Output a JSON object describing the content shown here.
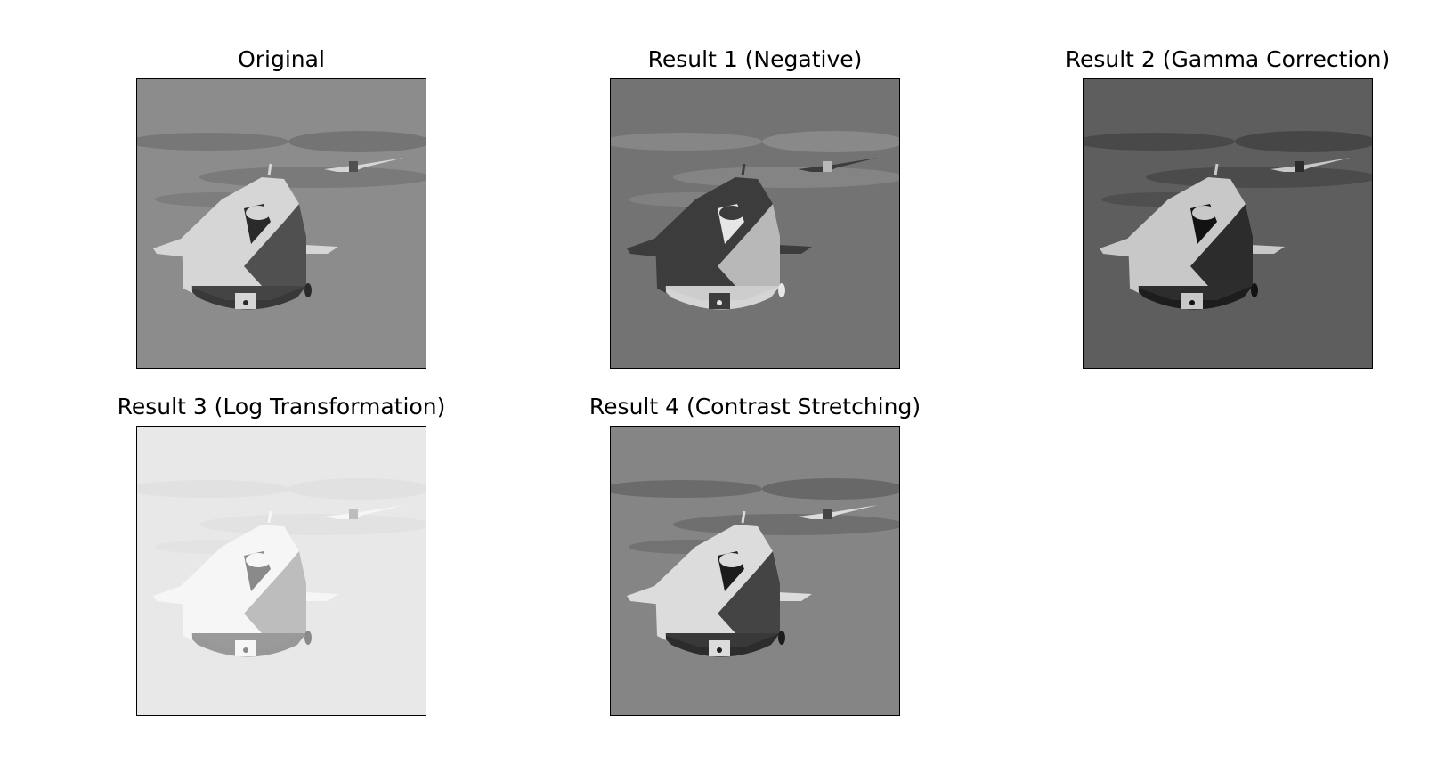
{
  "figure": {
    "panels": [
      {
        "title": "Original",
        "variant": "original",
        "bg": "#8c8c8c",
        "dark_band": "#6e6e6e",
        "body": "#d6d6d6",
        "shadow": "#505050",
        "underside": "#2a2a2a"
      },
      {
        "title": "Result 1 (Negative)",
        "variant": "negative",
        "bg": "#737373",
        "dark_band": "#8f8f8f",
        "body": "#3c3c3c",
        "shadow": "#b8b8b8",
        "underside": "#e6e6e6"
      },
      {
        "title": "Result 2 (Gamma Correction)",
        "variant": "gamma",
        "bg": "#5e5e5e",
        "dark_band": "#404040",
        "body": "#c8c8c8",
        "shadow": "#2c2c2c",
        "underside": "#121212"
      },
      {
        "title": "Result 3 (Log Transformation)",
        "variant": "log",
        "bg": "#e8e8e8",
        "dark_band": "#dedede",
        "body": "#f6f6f6",
        "shadow": "#bdbdbd",
        "underside": "#8a8a8a"
      },
      {
        "title": "Result 4 (Contrast Stretching)",
        "variant": "contrast",
        "bg": "#858585",
        "dark_band": "#606060",
        "body": "#dcdcdc",
        "shadow": "#444444",
        "underside": "#1c1c1c"
      }
    ]
  }
}
